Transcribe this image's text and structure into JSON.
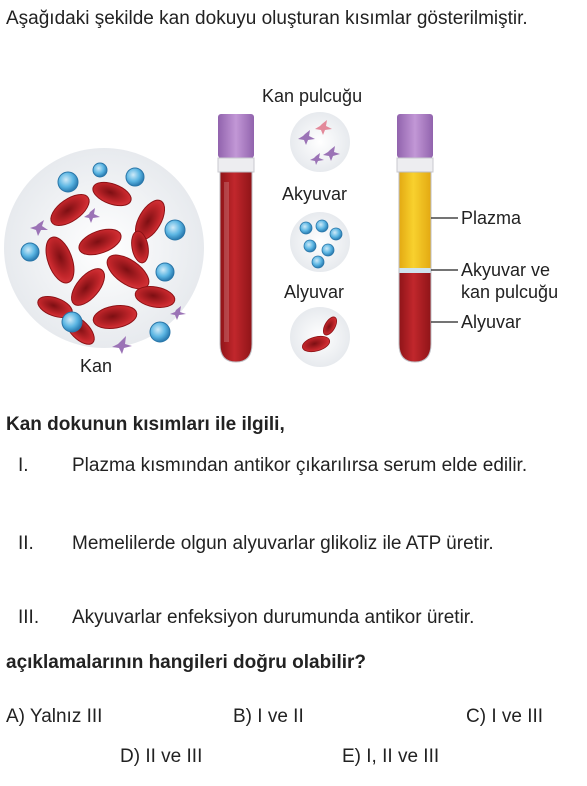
{
  "intro_text": "Aşağıdaki şekilde kan dokuyu oluşturan kısımlar gösterilmiştir.",
  "figure": {
    "blood_label": "Kan",
    "platelet_label": "Kan pulcuğu",
    "leukocyte_label": "Akyuvar",
    "erythrocyte_label": "Alyuvar",
    "plasma_label": "Plazma",
    "buffy_label_line1": "Akyuvar ve",
    "buffy_label_line2": "kan pulcuğu",
    "rbc_layer_label": "Alyuvar",
    "colors": {
      "cap": "#b07fc4",
      "blood": "#b51f23",
      "plasma": "#f4c41d",
      "leukocyte": "#6cc0e8",
      "platelet": "#9b73b6"
    }
  },
  "question": "Kan dokunun kısımları ile ilgili,",
  "statements": [
    {
      "num": "I.",
      "text": "Plazma kısmından antikor çıkarılırsa serum elde edilir."
    },
    {
      "num": "II.",
      "text": "Memelilerde olgun alyuvarlar glikoliz ile ATP üretir."
    },
    {
      "num": "III.",
      "text": "Akyuvarlar enfeksiyon durumunda antikor üretir."
    }
  ],
  "ask": "açıklamalarının hangileri doğru olabilir?",
  "options": {
    "a": "A) Yalnız III",
    "b": "B) I ve II",
    "c": "C) I ve III",
    "d": "D) II ve III",
    "e": "E) I, II ve III"
  }
}
